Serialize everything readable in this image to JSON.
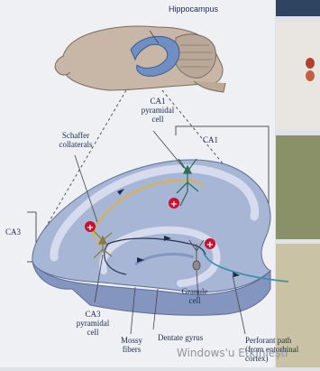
{
  "diagram": {
    "labels": {
      "hippocampus": "Hippocampus",
      "ca1_cell": [
        "CA1",
        "pyramidal",
        "cell"
      ],
      "ca1_region": "CA1",
      "schaffer": [
        "Schaffer",
        "collaterals"
      ],
      "ca3_region": "CA3",
      "granule": [
        "Granule",
        "cell"
      ],
      "ca3_cell": [
        "CA3",
        "pyramidal",
        "cell"
      ],
      "mossy": [
        "Mossy",
        "fibers"
      ],
      "dentate": "Dentate gyrus",
      "perforant": [
        "Perforant path",
        "(from entorhinal",
        "cortex)"
      ]
    },
    "signs": "+"
  },
  "watermark": "Windows'u Etkinleşti",
  "colors": {
    "tissue": "#a8b6d6",
    "tissue_dark": "#8496bf",
    "cell_layer": "#d6dcee",
    "brain": "#c9b8a8",
    "hippocampus": "#6f8fc4",
    "schaffer_fiber": "#e2b13a",
    "perforant_fiber": "#3f8fb0",
    "plus": "#c8102e"
  }
}
